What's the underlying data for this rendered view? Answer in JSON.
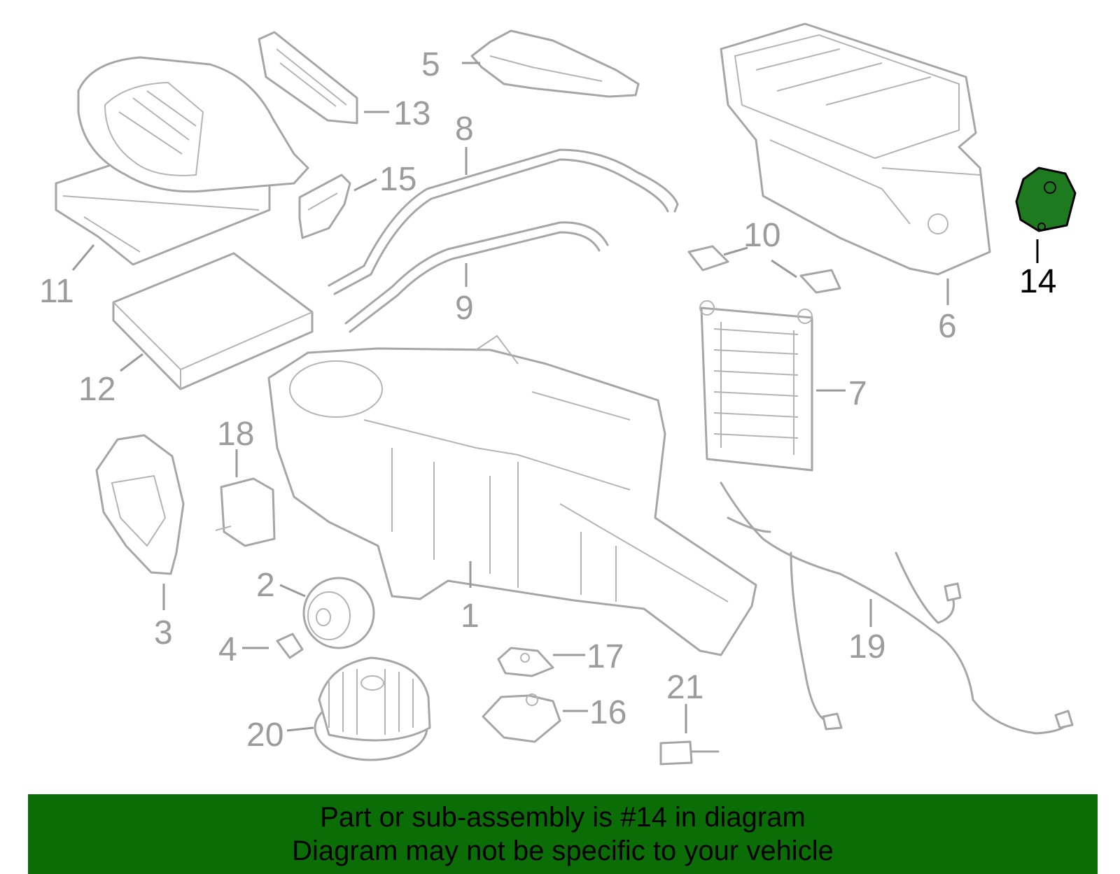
{
  "diagram": {
    "highlight_color": "#1e7a1e",
    "line_color": "#a6a6a6",
    "highlighted_part": "14",
    "callouts": [
      "1",
      "2",
      "3",
      "4",
      "5",
      "6",
      "7",
      "8",
      "9",
      "10",
      "11",
      "12",
      "13",
      "14",
      "15",
      "16",
      "17",
      "18",
      "19",
      "20",
      "21"
    ]
  },
  "banner": {
    "background": "#0a6d06",
    "line1": "Part or sub-assembly is #14 in diagram",
    "line2": "Diagram may not be specific to your vehicle"
  }
}
